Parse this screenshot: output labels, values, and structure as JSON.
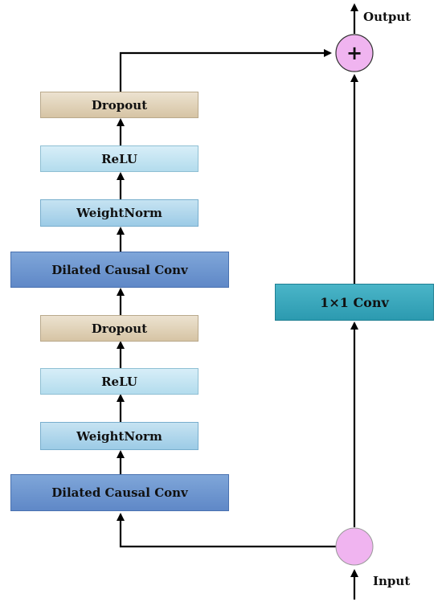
{
  "diagram": {
    "residual_branch": {
      "blocks": [
        {
          "label": "Dropout"
        },
        {
          "label": "ReLU"
        },
        {
          "label": "WeightNorm"
        },
        {
          "label": "Dilated Causal Conv"
        },
        {
          "label": "Dropout"
        },
        {
          "label": "ReLU"
        },
        {
          "label": "WeightNorm"
        },
        {
          "label": "Dilated Causal Conv"
        }
      ]
    },
    "skip_branch": {
      "conv_label": "1×1 Conv"
    },
    "sum_node": {
      "symbol": "+"
    },
    "output_label": "Output",
    "input_label": "Input",
    "colors": {
      "dropout": "#ddccae",
      "relu": "#c4e4f2",
      "weightnorm": "#a9d2ea",
      "dilated_causal_conv": "#6b93cf",
      "conv_1x1": "#36a6bb",
      "node": "#f0b4f0",
      "arrow": "#000000"
    }
  }
}
